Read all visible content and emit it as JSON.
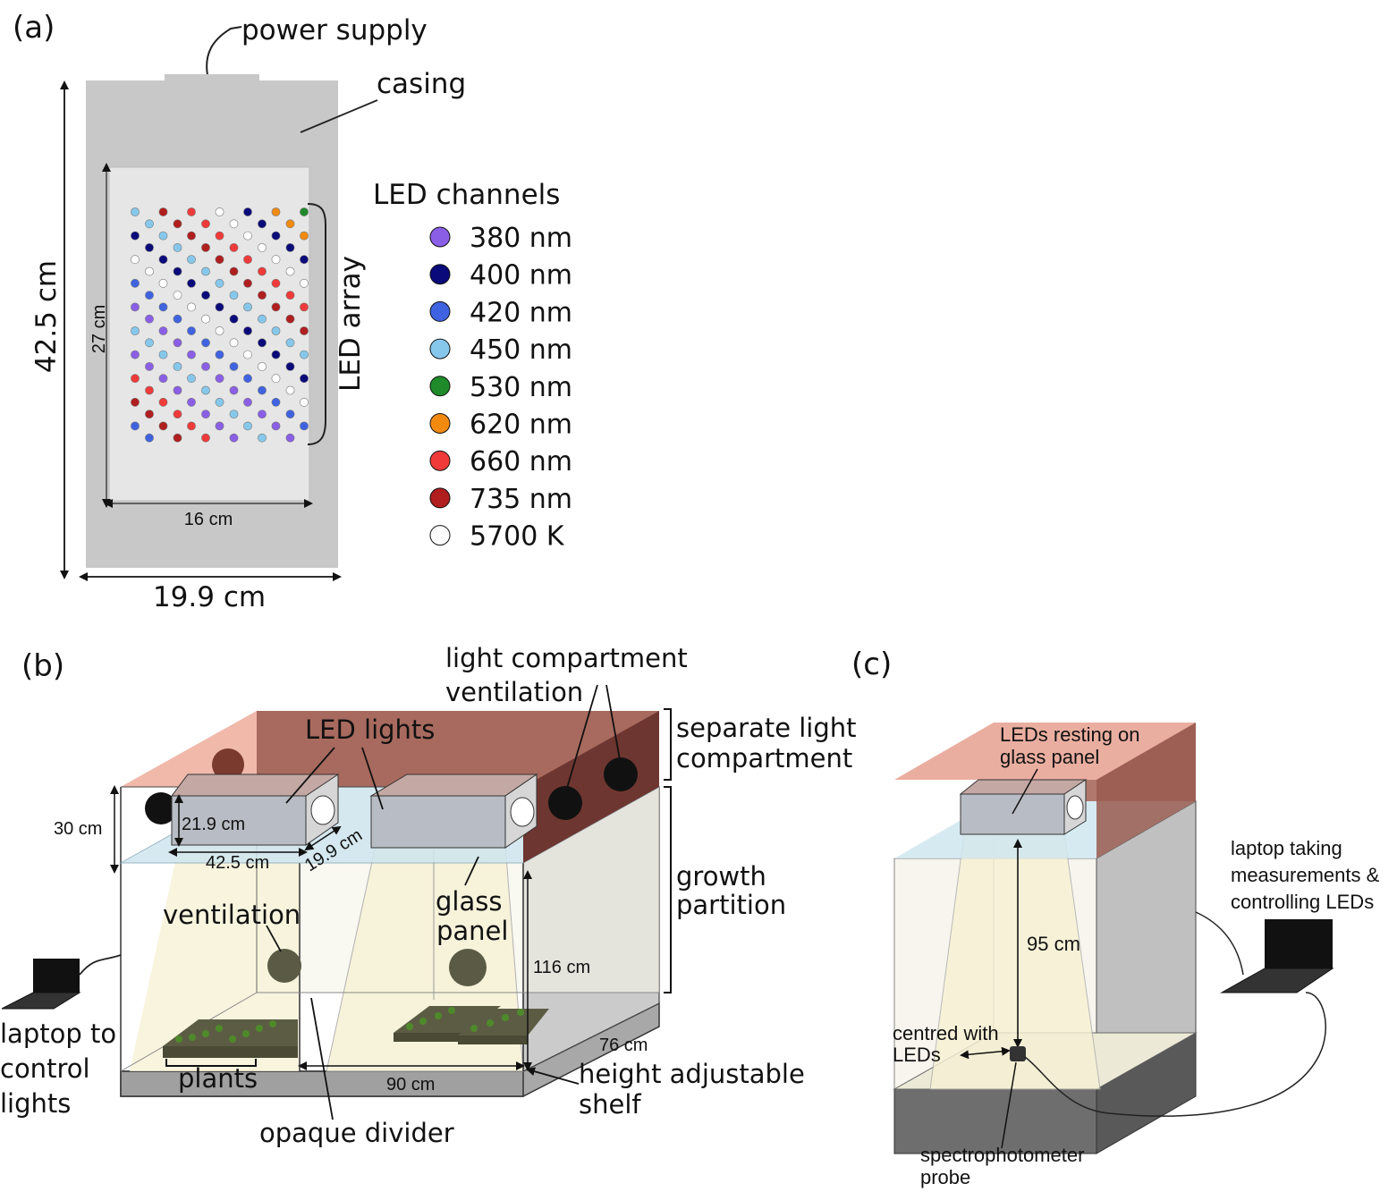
{
  "panel_a": {
    "tag": "(a)",
    "power_supply": "power supply",
    "casing": "casing",
    "height_dim": "42.5 cm",
    "width_dim": "19.9 cm",
    "array_height_dim": "27 cm",
    "array_width_dim": "16 cm",
    "led_array": "LED array",
    "legend_title": "LED channels",
    "channels": [
      {
        "label": "380 nm",
        "color": "#8a5fe6"
      },
      {
        "label": "400 nm",
        "color": "#0a0a7a"
      },
      {
        "label": "420 nm",
        "color": "#3f63e0"
      },
      {
        "label": "450 nm",
        "color": "#86c8ec"
      },
      {
        "label": "530 nm",
        "color": "#1e8a2a"
      },
      {
        "label": "620 nm",
        "color": "#f28a10"
      },
      {
        "label": "660 nm",
        "color": "#f03a3a"
      },
      {
        "label": "735 nm",
        "color": "#b01e1e"
      },
      {
        "label": "5700 K",
        "color": "#ffffff"
      }
    ]
  },
  "panel_b": {
    "tag": "(b)",
    "light_compartment_ventilation_1": "light compartment",
    "light_compartment_ventilation_2": "ventilation",
    "led_lights": "LED lights",
    "separate_light_1": "separate light",
    "separate_light_2": "compartment",
    "dim_30": "30 cm",
    "dim_21_9": "21.9 cm",
    "dim_42_5": "42.5 cm",
    "dim_19_9": "19.9 cm",
    "growth_1": "growth",
    "growth_2": "partition",
    "ventilation": "ventilation",
    "glass_1": "glass",
    "glass_2": "panel",
    "dim_116": "116 cm",
    "dim_76": "76 cm",
    "dim_90": "90 cm",
    "laptop_1": "laptop to",
    "laptop_2": "control",
    "laptop_3": "lights",
    "plants": "plants",
    "height_adj_1": "height adjustable",
    "height_adj_2": "shelf",
    "opaque_divider": "opaque divider"
  },
  "panel_c": {
    "tag": "(c)",
    "leds_resting_1": "LEDs resting on",
    "leds_resting_2": "glass panel",
    "laptop_1": "laptop taking",
    "laptop_2": "measurements &",
    "laptop_3": "controlling LEDs",
    "dim_95": "95 cm",
    "centred_1": "centred with",
    "centred_2": "LEDs",
    "probe_1": "spectrophotometer",
    "probe_2": "probe"
  }
}
